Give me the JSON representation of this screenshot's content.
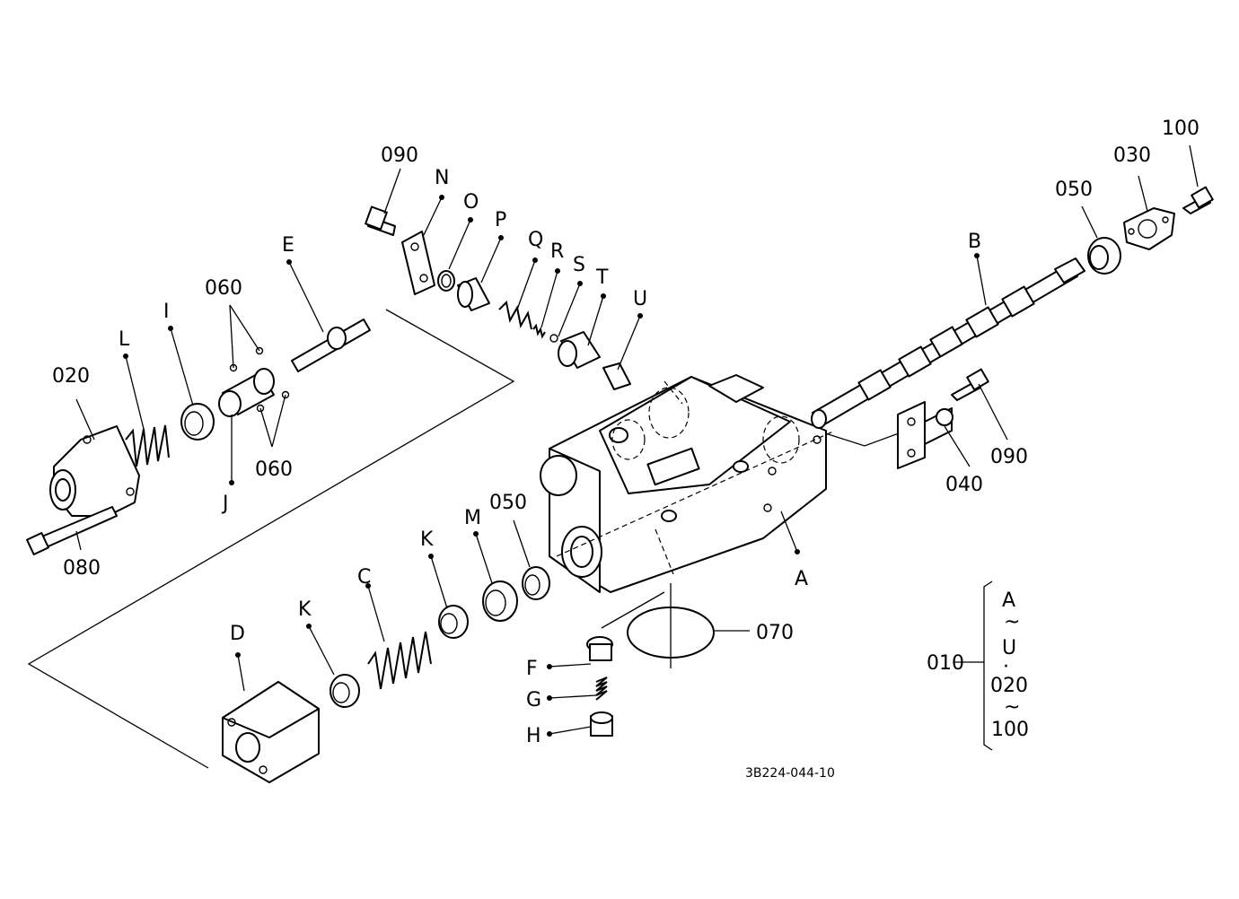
{
  "diagram": {
    "labels": {
      "p090a": "090",
      "pN": "N",
      "pO": "O",
      "pP": "P",
      "pQ": "Q",
      "pR": "R",
      "pS": "S",
      "pT": "T",
      "pU": "U",
      "pE": "E",
      "p060a": "060",
      "pI": "I",
      "pL": "L",
      "p020": "020",
      "pJ": "J",
      "p060b": "060",
      "p080": "080",
      "pB": "B",
      "p050a": "050",
      "p030": "030",
      "p100": "100",
      "p090b": "090",
      "p040": "040",
      "pA": "A",
      "p050b": "050",
      "pM": "M",
      "pK1": "K",
      "pC": "C",
      "pK2": "K",
      "pD": "D",
      "p070": "070",
      "pF": "F",
      "pG": "G",
      "pH": "H"
    },
    "assembly_note": {
      "main": "010",
      "a": "A",
      "tilde1": "~",
      "u": "U",
      "bullet": "·",
      "p020": "020",
      "tilde2": "~",
      "p100": "100"
    },
    "drawing_code": "3B224-044-10"
  }
}
